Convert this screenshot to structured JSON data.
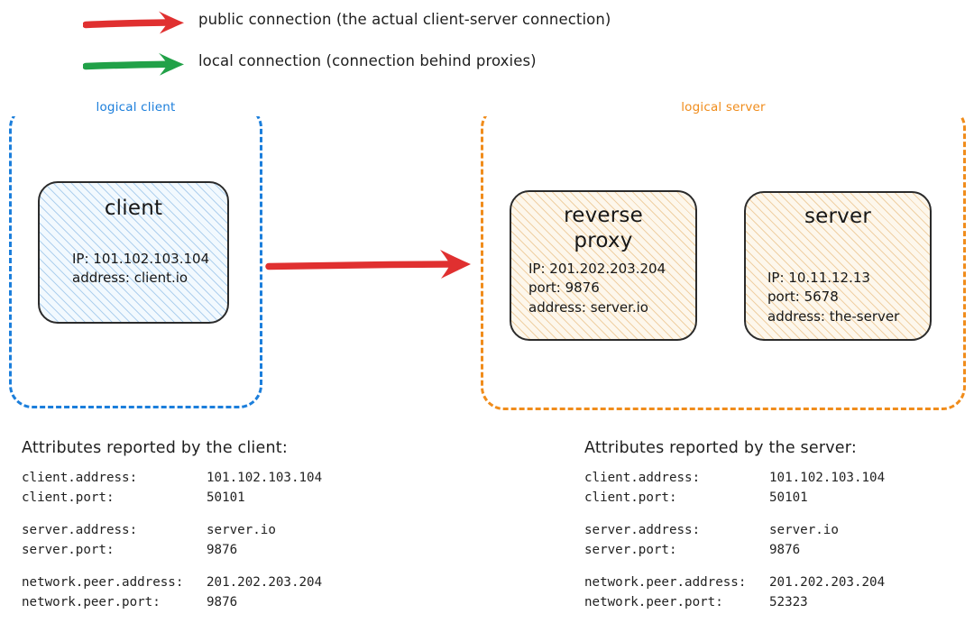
{
  "colors": {
    "public_arrow": "#e03030",
    "local_arrow": "#21a148",
    "client_group_border": "#1b7edb",
    "server_group_border": "#f08c1b",
    "node_border": "#2b2b2b",
    "client_fill": "#f2f9fe",
    "server_fill": "#fdf7ec"
  },
  "legend": {
    "items": [
      {
        "icon": "arrow-right-icon",
        "color": "#e03030",
        "label": "public connection (the actual client-server connection)"
      },
      {
        "icon": "arrow-right-icon",
        "color": "#21a148",
        "label": "local connection (connection behind proxies)"
      }
    ]
  },
  "diagram": {
    "groups": [
      {
        "id": "logical-client",
        "label": "logical client",
        "color": "#1b7edb"
      },
      {
        "id": "logical-server",
        "label": "logical server",
        "color": "#f08c1b"
      }
    ],
    "nodes": {
      "client": {
        "title": "client",
        "body": "IP: 101.102.103.104\naddress: client.io"
      },
      "reverse_proxy": {
        "title": "reverse\nproxy",
        "body": "IP: 201.202.203.204\nport: 9876\naddress: server.io"
      },
      "server": {
        "title": "server",
        "body": "IP: 10.11.12.13\nport: 5678\naddress: the-server"
      }
    },
    "connections": [
      {
        "id": "client-to-reverse-proxy",
        "kind": "public",
        "color": "#e03030",
        "from": "logical-client",
        "to": "logical-server"
      }
    ]
  },
  "attributes_client": {
    "title": "Attributes reported by the client:",
    "groups": [
      [
        {
          "key": "client.address:",
          "value": "101.102.103.104"
        },
        {
          "key": "client.port:",
          "value": "50101"
        }
      ],
      [
        {
          "key": "server.address:",
          "value": "server.io"
        },
        {
          "key": "server.port:",
          "value": "9876"
        }
      ],
      [
        {
          "key": "network.peer.address:",
          "value": "201.202.203.204"
        },
        {
          "key": "network.peer.port:",
          "value": "9876"
        }
      ]
    ]
  },
  "attributes_server": {
    "title": "Attributes reported by the server:",
    "groups": [
      [
        {
          "key": "client.address:",
          "value": "101.102.103.104"
        },
        {
          "key": "client.port:",
          "value": "50101"
        }
      ],
      [
        {
          "key": "server.address:",
          "value": "server.io"
        },
        {
          "key": "server.port:",
          "value": "9876"
        }
      ],
      [
        {
          "key": "network.peer.address:",
          "value": "201.202.203.204"
        },
        {
          "key": "network.peer.port:",
          "value": "52323"
        }
      ]
    ]
  }
}
